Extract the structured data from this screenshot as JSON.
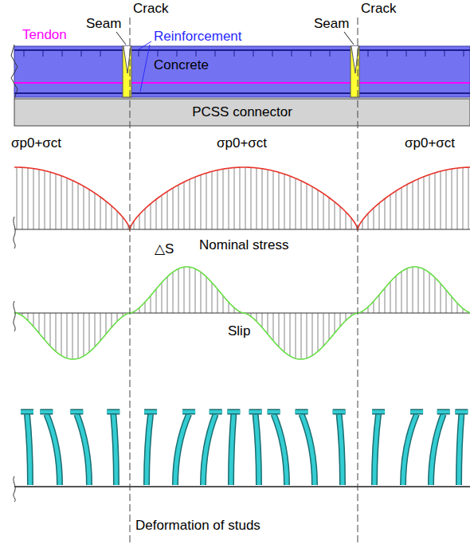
{
  "diagram": {
    "nodes": [
      {
        "text": [
          "Concrete"
        ]
      },
      {
        "text": [
          "PCSS connector"
        ]
      }
    ],
    "labels": [
      "Seam",
      "Crack",
      "Seam",
      "Crack",
      "Tendon",
      "Reinforcement",
      "σp0+σct",
      "σp0+σct",
      "σp0+σct",
      "Nominal stress",
      "△S",
      "Slip",
      "Deformation of studs"
    ]
  }
}
